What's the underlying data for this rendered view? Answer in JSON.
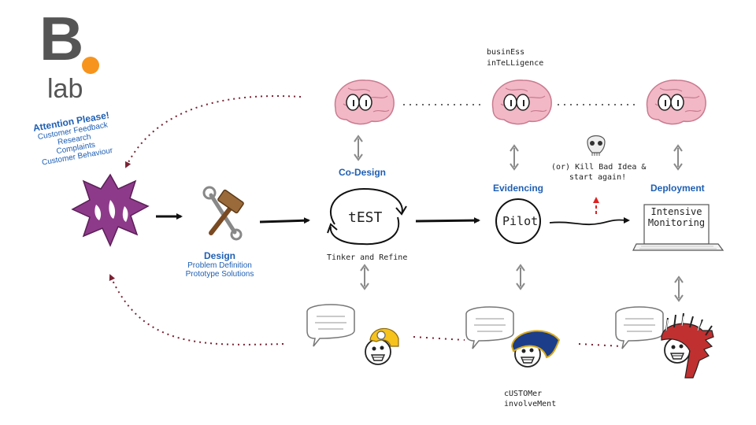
{
  "logo": {
    "letter": "B",
    "sub": "lab",
    "accent": "#f7941d",
    "ink": "#555555"
  },
  "attention": {
    "title": "Attention Please!",
    "items": [
      "Customer Feedback",
      "Research",
      "Complaints",
      "Customer Behaviour"
    ]
  },
  "design": {
    "title": "Design",
    "lines": [
      "Problem Definition",
      "Prototype Solutions"
    ]
  },
  "codesign": {
    "title": "Co-Design",
    "loop_text": "tEST",
    "caption": "Tinker and Refine"
  },
  "evidencing": {
    "title": "Evidencing",
    "circle_text": "Pilot"
  },
  "deployment": {
    "title": "Deployment",
    "screen_lines": [
      "Intensive",
      "Monitoring"
    ]
  },
  "business": {
    "lines": [
      "businEss",
      "inTeLLigence"
    ]
  },
  "kill": {
    "lines": [
      "(or) Kill Bad Idea &",
      "start again!"
    ]
  },
  "customer": {
    "lines": [
      "cUSTOMer",
      "involveMent"
    ]
  },
  "colors": {
    "heading_blue": "#1f5fb3",
    "dotted_maroon": "#7a2233",
    "brain_pink": "#f2b8c6",
    "star_purple": "#8e3a8a",
    "arrow_grey": "#8a8a8a",
    "kill_arrow": "#e02020"
  },
  "icons": [
    "brain-icon",
    "star-splat-icon",
    "hammer-wrench-icon",
    "skull-icon",
    "laptop-icon",
    "speech-bubble-icon",
    "miner-face-icon",
    "bicorne-face-icon",
    "headdress-face-icon"
  ]
}
